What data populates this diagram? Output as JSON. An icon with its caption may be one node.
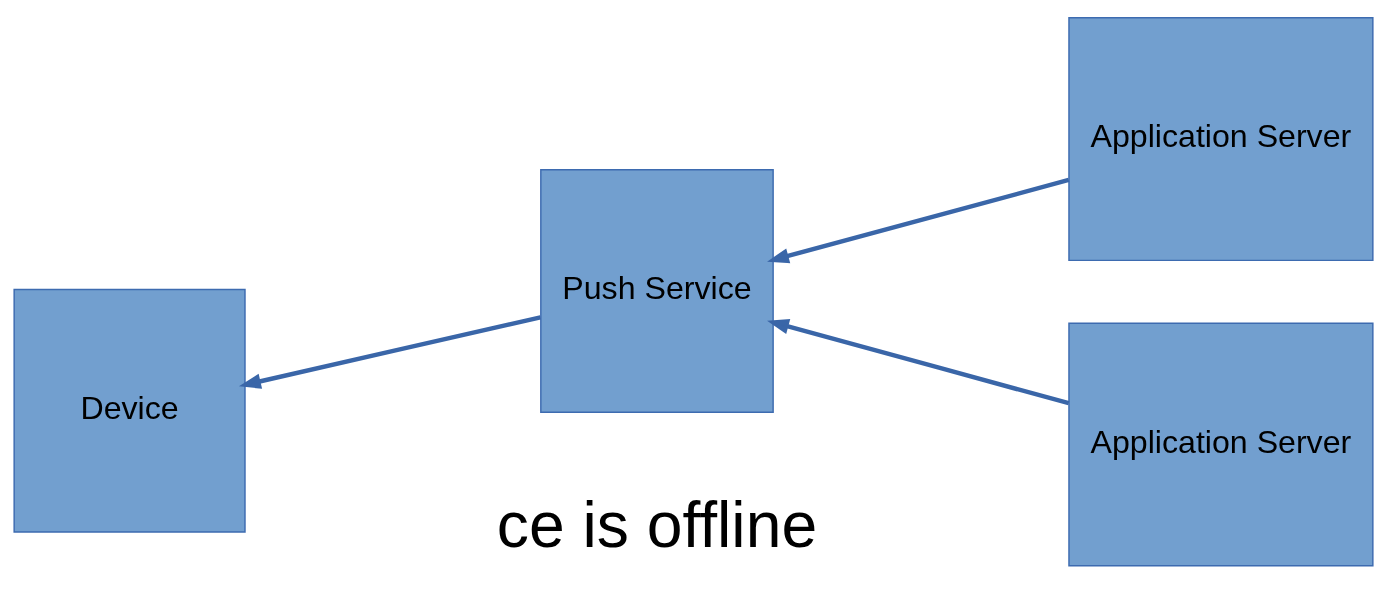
{
  "diagram": {
    "nodes": [
      {
        "text": [
          "Device"
        ]
      },
      {
        "text": [
          "Push Service"
        ]
      },
      {
        "text": [
          "Application Server"
        ]
      },
      {
        "text": [
          "Application Server"
        ]
      }
    ],
    "edges": [
      {
        "from": 1,
        "to": 0,
        "arrow": "to"
      },
      {
        "from": 2,
        "to": 1,
        "arrow": "to"
      },
      {
        "from": 3,
        "to": 1,
        "arrow": "to"
      }
    ],
    "labels": [
      "ce is offline"
    ]
  }
}
